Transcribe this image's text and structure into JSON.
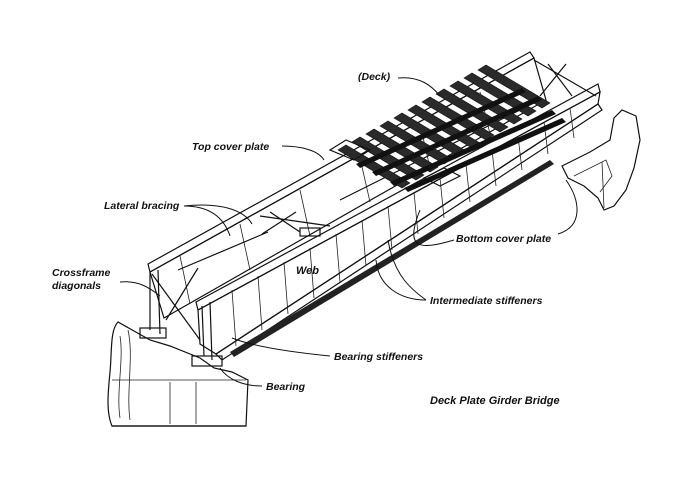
{
  "title": "Deck Plate Girder Bridge",
  "labels": {
    "deck": "(Deck)",
    "top_cover_plate": "Top cover plate",
    "lateral_bracing": "Lateral bracing",
    "crossframe_line1": "Crossframe",
    "crossframe_line2": "diagonals",
    "web": "Web",
    "bottom_cover_plate": "Bottom cover plate",
    "intermediate_stiffeners": "Intermediate stiffeners",
    "bearing_stiffeners": "Bearing stiffeners",
    "bearing": "Bearing"
  }
}
